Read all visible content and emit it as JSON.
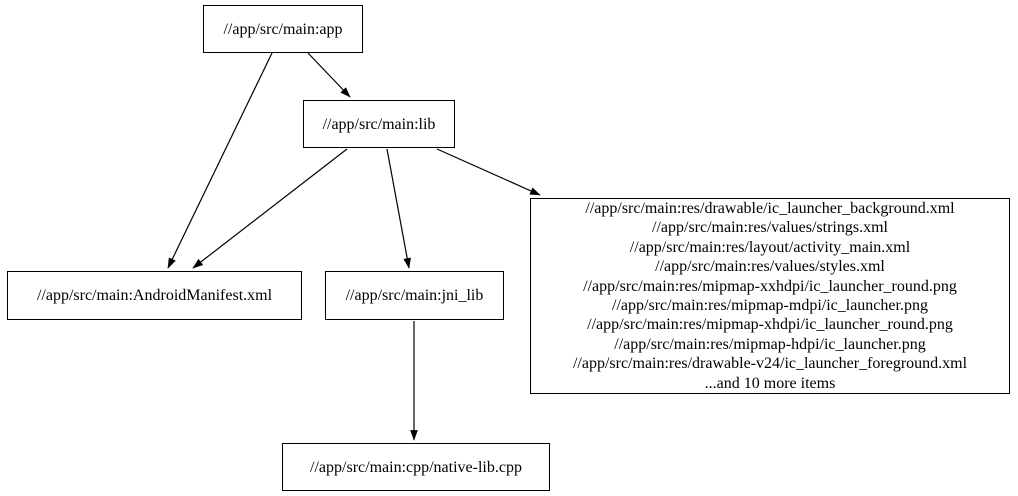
{
  "diagram": {
    "type": "dependency-graph",
    "background_color": "#ffffff",
    "node_fill_color": "#ffffff",
    "node_border_color": "#000000",
    "edge_color": "#000000",
    "text_color": "#000000",
    "nodes": {
      "app": {
        "label": "//app/src/main:app"
      },
      "lib": {
        "label": "//app/src/main:lib"
      },
      "manifest": {
        "label": "//app/src/main:AndroidManifest.xml"
      },
      "jni_lib": {
        "label": "//app/src/main:jni_lib"
      },
      "cpp": {
        "label": "//app/src/main:cpp/native-lib.cpp"
      },
      "res_group": {
        "lines": [
          "//app/src/main:res/drawable/ic_launcher_background.xml",
          "//app/src/main:res/values/strings.xml",
          "//app/src/main:res/layout/activity_main.xml",
          "//app/src/main:res/values/styles.xml",
          "//app/src/main:res/mipmap-xxhdpi/ic_launcher_round.png",
          "//app/src/main:res/mipmap-mdpi/ic_launcher.png",
          "//app/src/main:res/mipmap-xhdpi/ic_launcher_round.png",
          "//app/src/main:res/mipmap-hdpi/ic_launcher.png",
          "//app/src/main:res/drawable-v24/ic_launcher_foreground.xml",
          "...and 10 more items"
        ]
      }
    },
    "edges": [
      {
        "from": "//app/src/main:app",
        "to": "//app/src/main:lib"
      },
      {
        "from": "//app/src/main:app",
        "to": "//app/src/main:AndroidManifest.xml"
      },
      {
        "from": "//app/src/main:lib",
        "to": "//app/src/main:AndroidManifest.xml"
      },
      {
        "from": "//app/src/main:lib",
        "to": "//app/src/main:jni_lib"
      },
      {
        "from": "//app/src/main:lib",
        "to": "res_group"
      },
      {
        "from": "//app/src/main:jni_lib",
        "to": "//app/src/main:cpp/native-lib.cpp"
      }
    ]
  }
}
